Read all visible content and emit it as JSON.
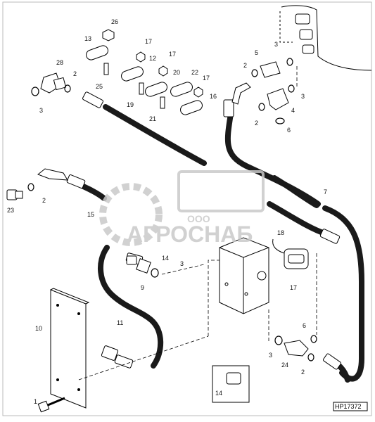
{
  "diagram": {
    "callouts": [
      {
        "id": "c1",
        "text": "1"
      },
      {
        "id": "c2a",
        "text": "2"
      },
      {
        "id": "c2b",
        "text": "2"
      },
      {
        "id": "c2c",
        "text": "2"
      },
      {
        "id": "c2d",
        "text": "2"
      },
      {
        "id": "c2e",
        "text": "2"
      },
      {
        "id": "c3a",
        "text": "3"
      },
      {
        "id": "c3b",
        "text": "3"
      },
      {
        "id": "c3c",
        "text": "3"
      },
      {
        "id": "c3d",
        "text": "3"
      },
      {
        "id": "c3e",
        "text": "3"
      },
      {
        "id": "c4",
        "text": "4"
      },
      {
        "id": "c5",
        "text": "5"
      },
      {
        "id": "c6a",
        "text": "6"
      },
      {
        "id": "c6b",
        "text": "6"
      },
      {
        "id": "c7",
        "text": "7"
      },
      {
        "id": "c9",
        "text": "9"
      },
      {
        "id": "c10",
        "text": "10"
      },
      {
        "id": "c11",
        "text": "11"
      },
      {
        "id": "c12",
        "text": "12"
      },
      {
        "id": "c13",
        "text": "13"
      },
      {
        "id": "c14a",
        "text": "14"
      },
      {
        "id": "c14b",
        "text": "14"
      },
      {
        "id": "c15",
        "text": "15"
      },
      {
        "id": "c16",
        "text": "16"
      },
      {
        "id": "c17a",
        "text": "17"
      },
      {
        "id": "c17b",
        "text": "17"
      },
      {
        "id": "c17c",
        "text": "17"
      },
      {
        "id": "c17d",
        "text": "17"
      },
      {
        "id": "c18",
        "text": "18"
      },
      {
        "id": "c19",
        "text": "19"
      },
      {
        "id": "c20",
        "text": "20"
      },
      {
        "id": "c21",
        "text": "21"
      },
      {
        "id": "c22",
        "text": "22"
      },
      {
        "id": "c23",
        "text": "23"
      },
      {
        "id": "c24",
        "text": "24"
      },
      {
        "id": "c25",
        "text": "25"
      },
      {
        "id": "c26",
        "text": "26"
      },
      {
        "id": "c28",
        "text": "28"
      }
    ],
    "reference_code": "HP17372"
  },
  "watermark": {
    "small_text": "ООО",
    "brand_text": "АГРОСНАБ"
  },
  "colors": {
    "hose": "#1a1a1a",
    "line": "#000000",
    "watermark": "#c9c9c9",
    "background": "#ffffff"
  }
}
